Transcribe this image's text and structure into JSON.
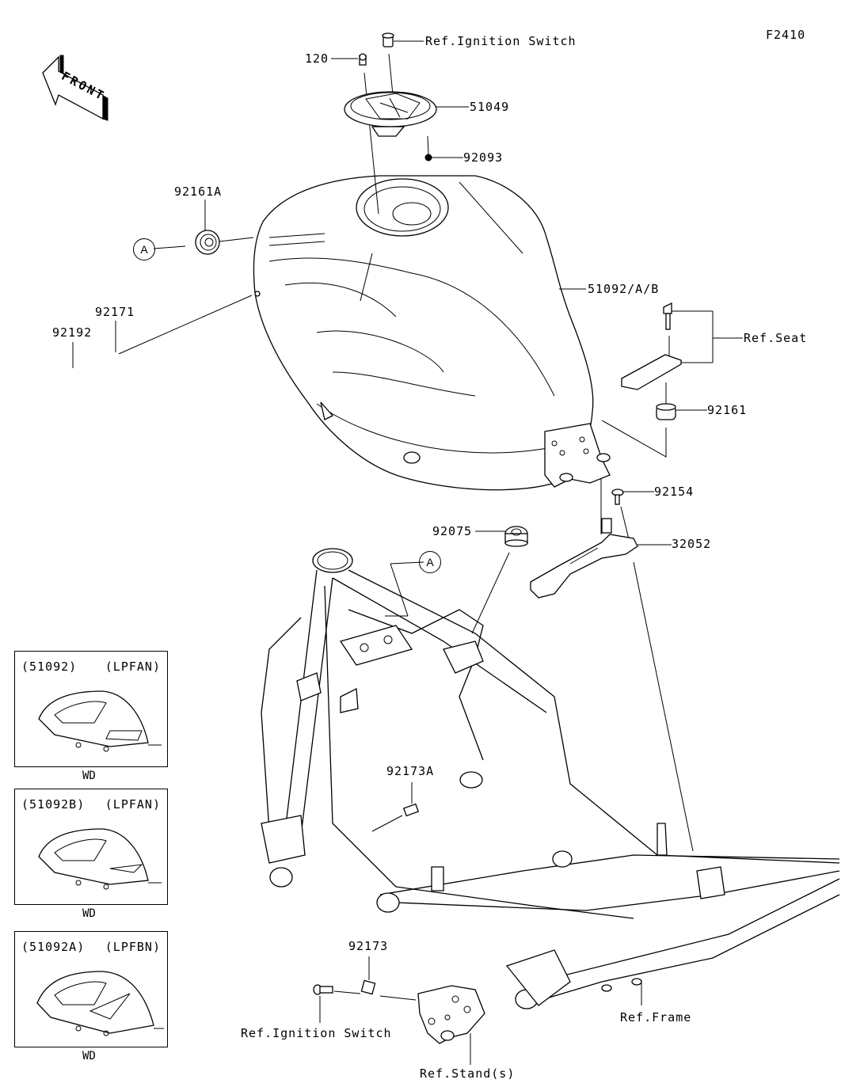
{
  "figure_id": "F2410",
  "front_arrow": {
    "label": "FRONT",
    "icon": "front-direction-arrow-icon"
  },
  "callouts": [
    {
      "id": "ref-ignition-switch-top",
      "text": "Ref.Ignition Switch"
    },
    {
      "id": "part-120",
      "text": "120"
    },
    {
      "id": "part-51049",
      "text": "51049"
    },
    {
      "id": "part-92093",
      "text": "92093"
    },
    {
      "id": "part-92161A",
      "text": "92161A"
    },
    {
      "id": "part-51092-a-b",
      "text": "51092/A/B"
    },
    {
      "id": "part-92171",
      "text": "92171"
    },
    {
      "id": "part-92192",
      "text": "92192"
    },
    {
      "id": "ref-seat",
      "text": "Ref.Seat"
    },
    {
      "id": "part-92161",
      "text": "92161"
    },
    {
      "id": "part-92154",
      "text": "92154"
    },
    {
      "id": "part-92075",
      "text": "92075"
    },
    {
      "id": "part-32052",
      "text": "32052"
    },
    {
      "id": "part-92173A",
      "text": "92173A"
    },
    {
      "id": "part-92173",
      "text": "92173"
    },
    {
      "id": "ref-ignition-switch-bottom",
      "text": "Ref.Ignition Switch"
    },
    {
      "id": "ref-stands",
      "text": "Ref.Stand(s)"
    },
    {
      "id": "ref-frame",
      "text": "Ref.Frame"
    }
  ],
  "reference_marks": [
    {
      "id": "mark-a-left",
      "text": "A"
    },
    {
      "id": "mark-a-frame",
      "text": "A"
    }
  ],
  "insets": [
    {
      "part": "(51092)",
      "variant": "(LPFAN)",
      "color": "WD"
    },
    {
      "part": "(51092B)",
      "variant": "(LPFAN)",
      "color": "WD"
    },
    {
      "part": "(51092A)",
      "variant": "(LPFBN)",
      "color": "WD"
    }
  ]
}
